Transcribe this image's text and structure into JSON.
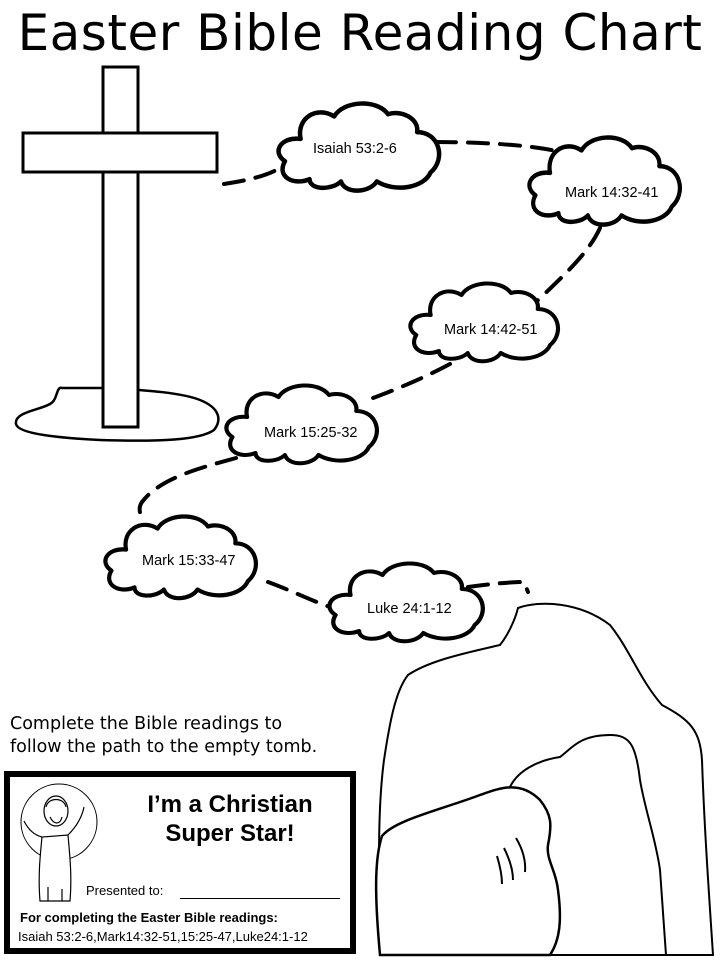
{
  "title": "Easter Bible Reading Chart",
  "readings": [
    {
      "label": "Isaiah  53:2-6"
    },
    {
      "label": "Mark 14:32-41"
    },
    {
      "label": "Mark 14:42-51"
    },
    {
      "label": "Mark 15:25-32"
    },
    {
      "label": "Mark 15:33-47"
    },
    {
      "label": "Luke 24:1-12"
    }
  ],
  "instructions": {
    "line1": "Complete the Bible readings to",
    "line2": "follow the path to the empty tomb."
  },
  "certificate": {
    "headline_line1": "I’m a Christian",
    "headline_line2": "Super Star!",
    "presented_to_label": "Presented to:",
    "for_completing": "For completing the Easter Bible readings:",
    "references": "Isaiah 53:2-6,Mark14:32-51,15:25-47,Luke24:1-12"
  },
  "colors": {
    "ink": "#000000",
    "paper": "#ffffff"
  }
}
